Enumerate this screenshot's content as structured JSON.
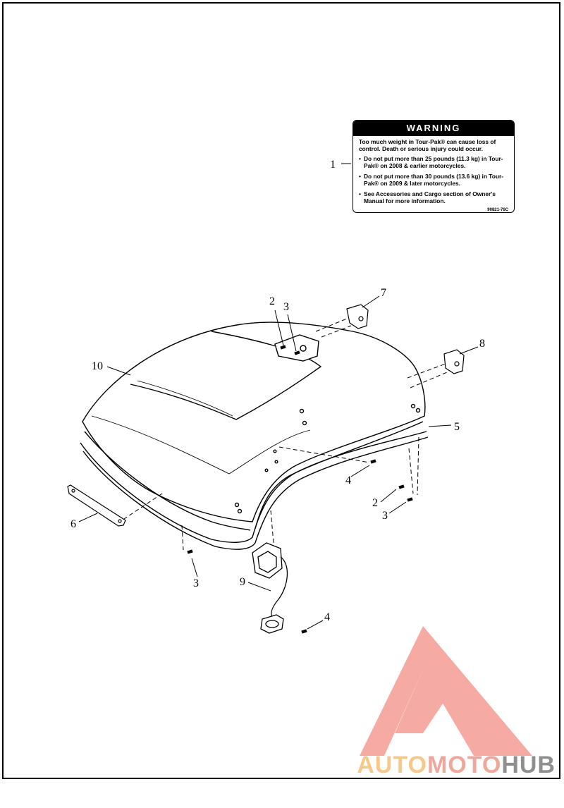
{
  "warning_label": {
    "header": "WARNING",
    "intro": "Too much weight in Tour-Pak® can cause loss of control. Death or serious injury could occur.",
    "bullets": [
      "Do not put more than 25 pounds (11.3 kg) in Tour-Pak® on 2008 & earlier motorcycles.",
      "Do not put more than 30 pounds (13.6 kg) in Tour-Pak® on 2009 & later motorcycles.",
      "See Accessories and Cargo section of Owner's Manual for more information."
    ],
    "part_code": "90821-76C"
  },
  "callouts": {
    "c1": "1",
    "c2a": "2",
    "c3a": "3",
    "c7": "7",
    "c8": "8",
    "c10": "10",
    "c5": "5",
    "c4a": "4",
    "c2b": "2",
    "c3b": "3",
    "c6": "6",
    "c3c": "3",
    "c9": "9",
    "c4b": "4"
  },
  "watermark": {
    "part1": "AUTO",
    "part2": "MOTO",
    "part3": "HUB",
    "colors": {
      "logo": "#f4a19a",
      "auto": "#f6c98a",
      "moto": "#f0a79b",
      "hub": "#8f8f8f"
    }
  }
}
